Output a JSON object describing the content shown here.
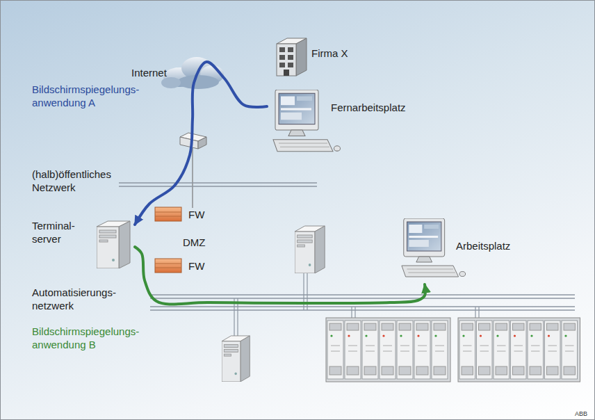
{
  "diagram": {
    "nodes": [
      {
        "text": [
          "Internet"
        ]
      },
      {
        "text": [
          "Firma X"
        ]
      },
      {
        "text": [
          "Fernarbeitsplatz"
        ]
      },
      {
        "text": [
          "Terminal- server"
        ]
      },
      {
        "text": [
          "FW"
        ]
      },
      {
        "text": [
          "FW"
        ]
      },
      {
        "text": [
          "Arbeitsplatz"
        ]
      }
    ],
    "edges": [
      {
        "from": 2,
        "to": 3,
        "arrow": "to"
      },
      {
        "from": 3,
        "to": 6,
        "arrow": "to"
      }
    ],
    "labels": [
      "Bildschirmspiegelungs- anwendung A",
      "(halb)öffentliches Netzwerk",
      "DMZ",
      "Automatisierungs- netzwerk",
      "Bildschirmspiegelungs- anwendung B",
      "ABB"
    ]
  }
}
